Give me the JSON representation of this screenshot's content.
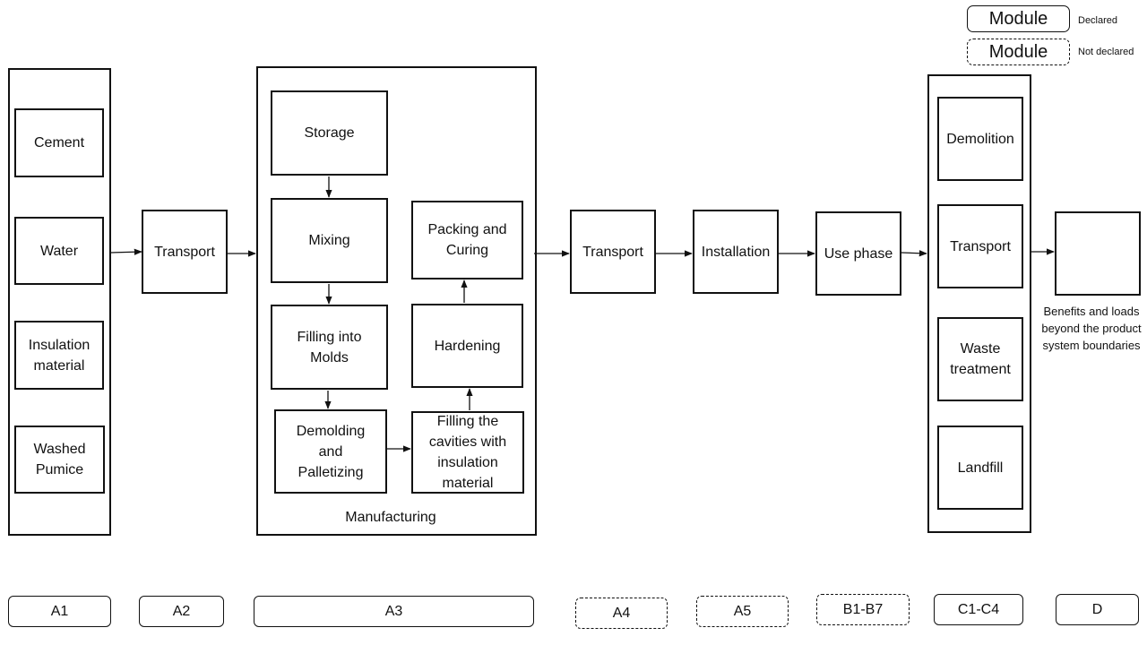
{
  "legend": {
    "declared_box": "Module",
    "declared_label": "Declared",
    "not_declared_box": "Module",
    "not_declared_label": "Not declared"
  },
  "a1": {
    "cement": "Cement",
    "water": "Water",
    "insulation_material": "Insulation material",
    "washed_pumice": "Washed Pumice"
  },
  "a2": {
    "transport": "Transport"
  },
  "a3": {
    "storage": "Storage",
    "mixing": "Mixing",
    "filling_into_molds": "Filling into Molds",
    "demolding": "Demolding and Palletizing",
    "filling_cavities": "Filling the cavities with insulation material",
    "hardening": "Hardening",
    "packing_curing": "Packing and Curing",
    "caption": "Manufacturing"
  },
  "a4": {
    "transport": "Transport"
  },
  "a5": {
    "installation": "Installation"
  },
  "b": {
    "use_phase": "Use phase"
  },
  "c": {
    "demolition": "Demolition",
    "transport": "Transport",
    "waste_treatment": "Waste treatment",
    "landfill": "Landfill"
  },
  "d": {
    "note": "Benefits and loads beyond the product system boundaries"
  },
  "modules": {
    "a1": "A1",
    "a2": "A2",
    "a3": "A3",
    "a4": "A4",
    "a5": "A5",
    "b1_b7": "B1-B7",
    "c1_c4": "C1-C4",
    "d": "D"
  }
}
